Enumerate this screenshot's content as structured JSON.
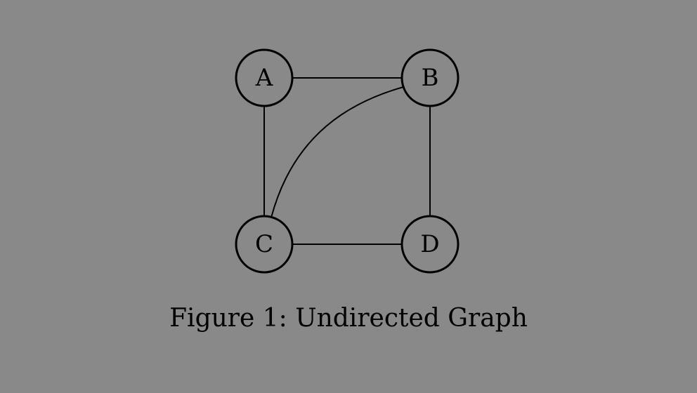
{
  "diagram": {
    "nodes": [
      {
        "id": "A",
        "label": "A"
      },
      {
        "id": "B",
        "label": "B"
      },
      {
        "id": "C",
        "label": "C"
      },
      {
        "id": "D",
        "label": "D"
      }
    ],
    "edges": [
      {
        "from": "A",
        "to": "B"
      },
      {
        "from": "A",
        "to": "C"
      },
      {
        "from": "B",
        "to": "D"
      },
      {
        "from": "C",
        "to": "D"
      },
      {
        "from": "C",
        "to": "B",
        "curved": true
      }
    ]
  },
  "caption": "Figure 1: Undirected Graph",
  "colors": {
    "background": "#898989",
    "stroke": "#000000"
  }
}
